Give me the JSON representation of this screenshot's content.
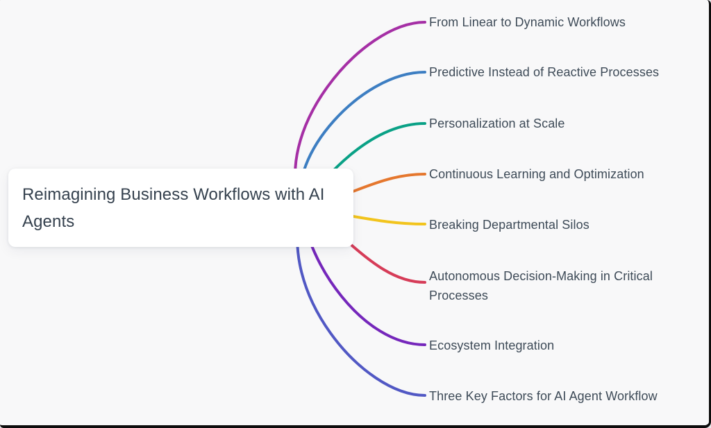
{
  "root": {
    "label": "Reimagining Business Workflows with AI Agents"
  },
  "branches": [
    {
      "label": "From Linear to Dynamic Workflows",
      "color": "#a52fa5"
    },
    {
      "label": "Predictive Instead of Reactive Processes",
      "color": "#3d7ec2"
    },
    {
      "label": "Personalization at Scale",
      "color": "#0aa186"
    },
    {
      "label": "Continuous Learning and Optimization",
      "color": "#e5772e"
    },
    {
      "label": "Breaking Departmental Silos",
      "color": "#f2c41d"
    },
    {
      "label": "Autonomous Decision-Making in Critical Processes",
      "color": "#d63c58"
    },
    {
      "label": "Ecosystem Integration",
      "color": "#7527bb"
    },
    {
      "label": "Three Key Factors for AI Agent Workflow",
      "color": "#5158c4"
    }
  ],
  "colors": {
    "background": "#f8f8f9",
    "node_background": "#ffffff",
    "text": "#3d4a57",
    "frame_edge": "#0d0d0d"
  }
}
